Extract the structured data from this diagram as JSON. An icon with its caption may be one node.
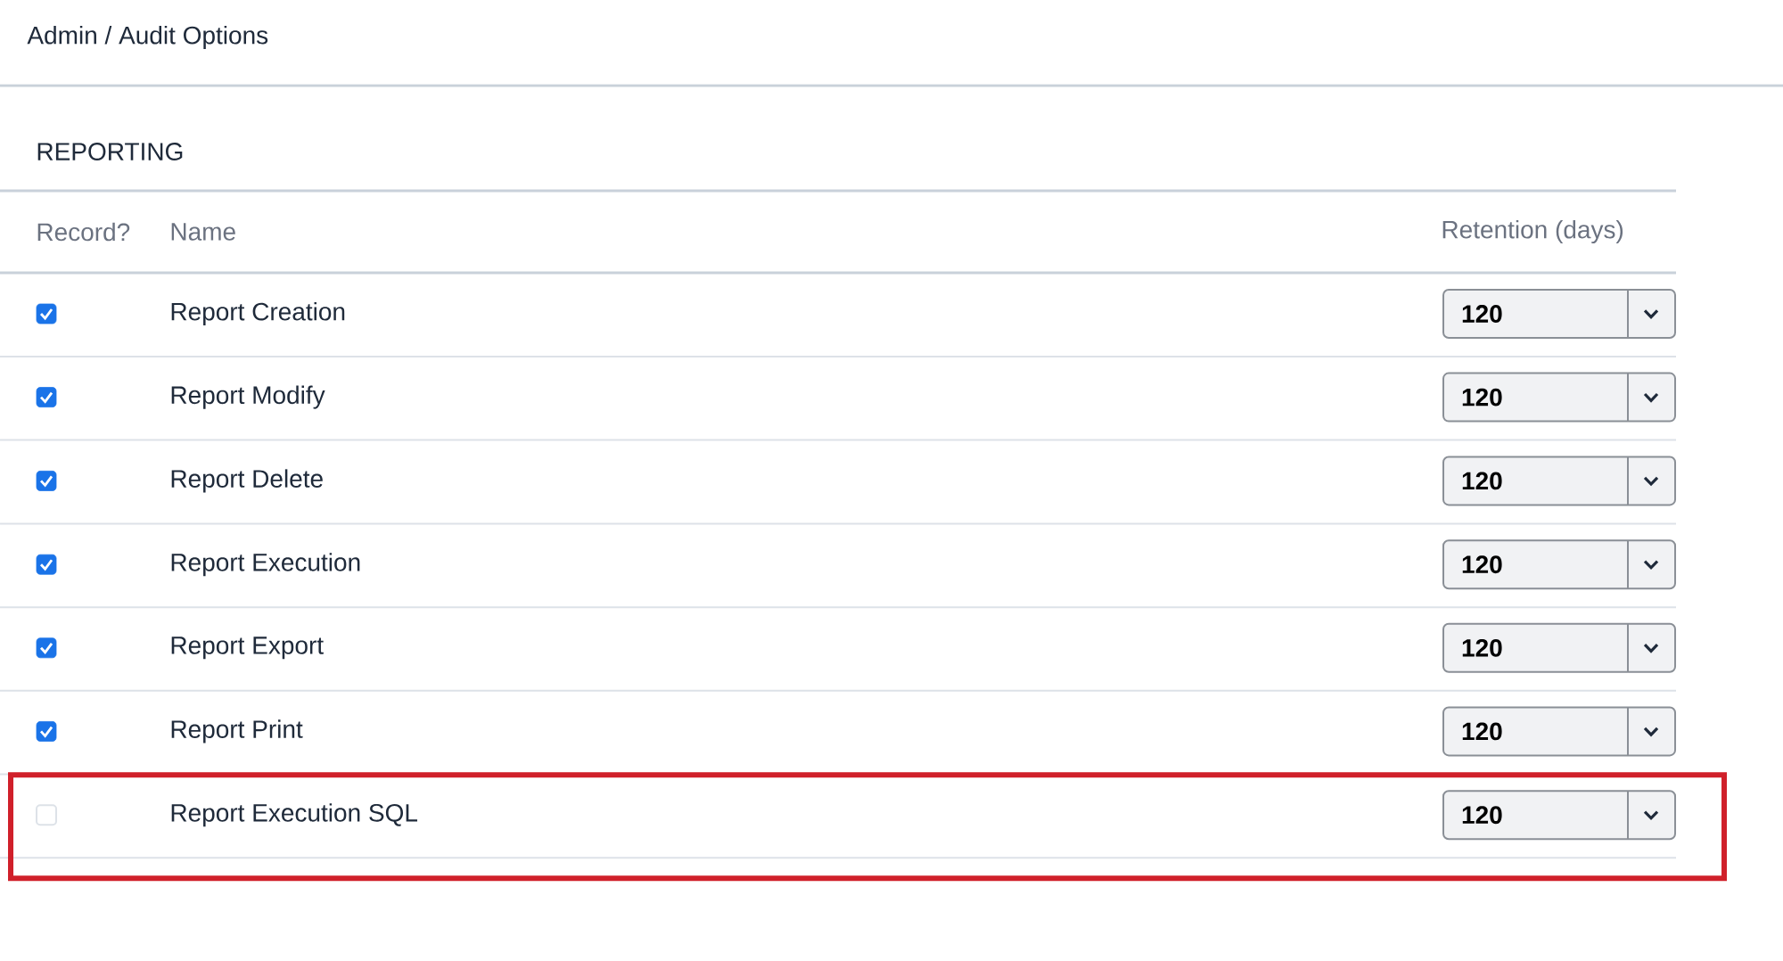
{
  "diagram": {
    "nodes": [
      {
        "text": [],
        "shape": "checkbox"
      },
      {
        "text": [
          "120"
        ]
      },
      {
        "text": [],
        "shape": "checkbox"
      },
      {
        "text": [
          "120"
        ]
      },
      {
        "text": [],
        "shape": "checkbox"
      },
      {
        "text": [
          "120"
        ]
      },
      {
        "text": [],
        "shape": "checkbox"
      },
      {
        "text": [
          "120"
        ]
      },
      {
        "text": [],
        "shape": "checkbox"
      },
      {
        "text": [
          "120"
        ]
      },
      {
        "text": [],
        "shape": "checkbox"
      },
      {
        "text": [
          "120"
        ]
      },
      {
        "text": [],
        "shape": "box"
      },
      {
        "text": [],
        "shape": "box",
        "in": 12
      },
      {
        "text": [
          "120"
        ],
        "in": 12
      }
    ],
    "labels": [
      "Admin / Audit Options",
      "REPORTING",
      "Record?",
      "Name",
      "Retention (days)",
      "Report Creation",
      "Report Modify",
      "Report Delete",
      "Report Execution",
      "Report Export",
      "Report Print",
      "Report Execution SQL"
    ]
  }
}
